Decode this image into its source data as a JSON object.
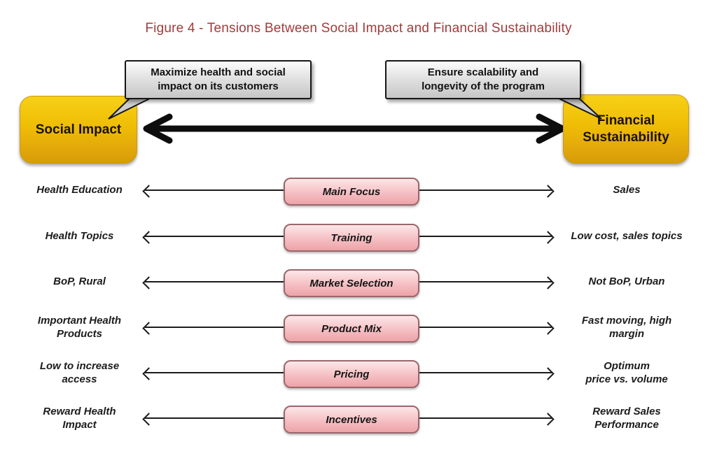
{
  "title": "Figure 4 - Tensions Between Social Impact and Financial Sustainability",
  "bubbles": {
    "left": "Maximize health and social\nimpact on its customers",
    "right": "Ensure scalability and\nlongevity of the program"
  },
  "poles": {
    "left": "Social Impact",
    "right": "Financial\nSustainability"
  },
  "rows": [
    {
      "left": "Health Education",
      "center": "Main Focus",
      "right": "Sales"
    },
    {
      "left": "Health Topics",
      "center": "Training",
      "right": "Low cost, sales topics"
    },
    {
      "left": "BoP, Rural",
      "center": "Market Selection",
      "right": "Not BoP, Urban"
    },
    {
      "left": "Important Health\nProducts",
      "center": "Product Mix",
      "right": "Fast moving, high\nmargin"
    },
    {
      "left": "Low to increase\naccess",
      "center": "Pricing",
      "right": "Optimum\nprice vs. volume"
    },
    {
      "left": "Reward Health\nImpact",
      "center": "Incentives",
      "right": "Reward Sales\nPerformance"
    }
  ],
  "colors": {
    "title_red": "#a23b3b",
    "pole_gold_top": "#f7d117",
    "pole_gold_bottom": "#d79c07",
    "pill_pink_top": "#fce7e8",
    "pill_pink_bottom": "#eda3a8",
    "pill_border": "#9a676b",
    "bubble_gray_top": "#fcfcfc",
    "bubble_gray_bottom": "#c6c6c6",
    "arrow_black": "#1c1c1c",
    "background": "#ffffff"
  }
}
